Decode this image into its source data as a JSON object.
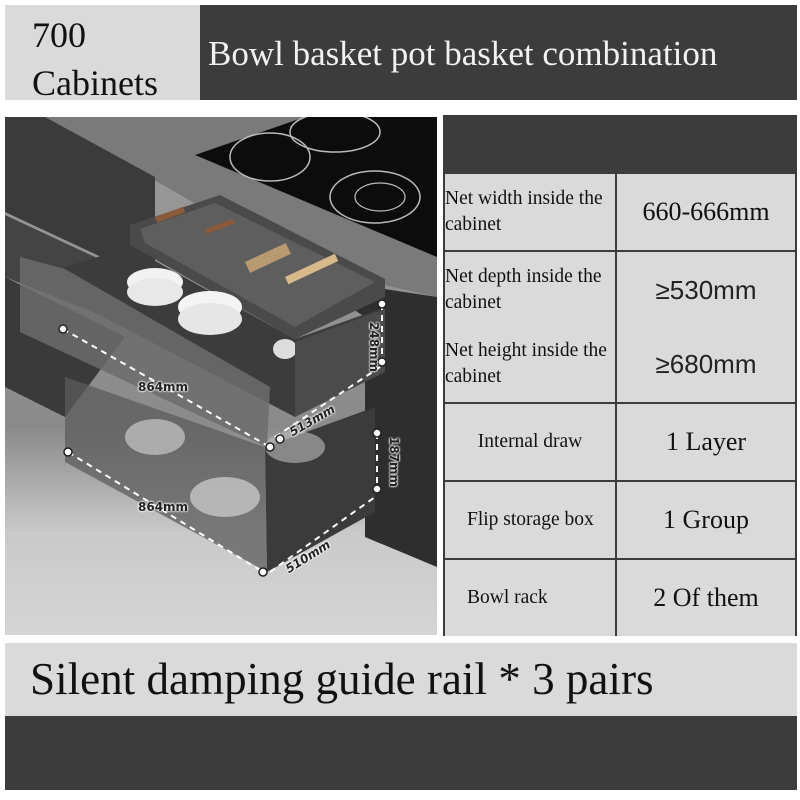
{
  "header": {
    "badge_line1": "700",
    "badge_line2": "Cabinets",
    "title": "Bowl basket pot basket combination"
  },
  "product_image": {
    "description": "Kitchen cabinet with pull-out drawers: cutlery tray, bowl rack with flip door, pot basket",
    "dimensions": {
      "top_width": "864mm",
      "bottom_width": "864mm",
      "upper_height": "248mm",
      "lower_height": "187mm",
      "upper_depth": "513mm",
      "lower_depth": "510mm"
    }
  },
  "spec_table": {
    "rows": [
      {
        "label": "Net width inside the cabinet",
        "value": "660-666mm"
      },
      {
        "label": "Net depth inside the cabinet",
        "value": "≥530mm"
      },
      {
        "label": "Net height inside the cabinet",
        "value": "≥680mm"
      },
      {
        "label": "Internal draw",
        "value": "1 Layer"
      },
      {
        "label": "Flip storage box",
        "value": "1 Group"
      },
      {
        "label": "Bowl rack",
        "value": "2 Of them"
      }
    ]
  },
  "banner": {
    "text": "Silent damping guide rail * 3 pairs"
  },
  "colors": {
    "dark_panel": "#3c3c3c",
    "light_panel": "#dadada",
    "text_dark": "#111111",
    "text_light": "#f2f2f2"
  }
}
